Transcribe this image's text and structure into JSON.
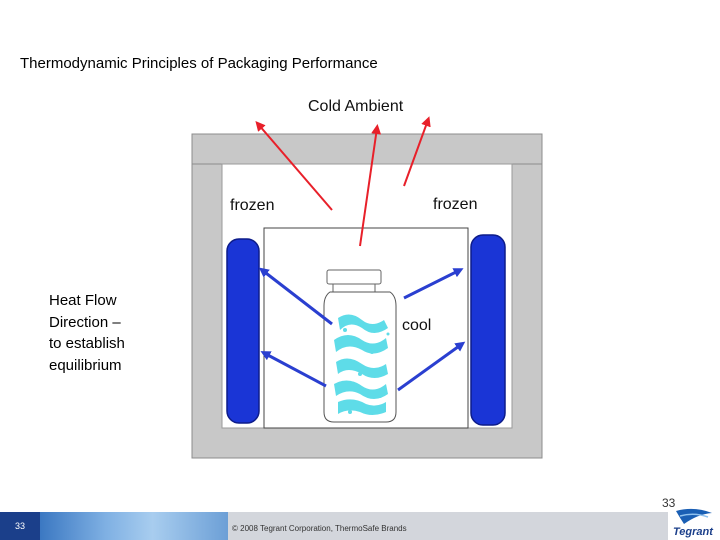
{
  "title": "Thermodynamic Principles of Packaging Performance",
  "diagram": {
    "ambient_label": "Cold Ambient",
    "frozen_left_label": "frozen",
    "frozen_right_label": "frozen",
    "cool_label": "cool",
    "heat_flow_lines": [
      "Heat Flow",
      "Direction –",
      "to establish",
      "equilibrium"
    ]
  },
  "footer": {
    "slide_number_left": "33",
    "slide_number_right": "33",
    "copyright": "© 2008 Tegrant Corporation, ThermoSafe Brands",
    "logo_text": "Tegrant"
  },
  "colors": {
    "insulation": "#c8c8c8",
    "ice_pack": "#1a35d6",
    "heat_arrow_red": "#e8202a",
    "heat_arrow_blue": "#2a3fd0",
    "footer_blue": "#1b3f8a"
  }
}
